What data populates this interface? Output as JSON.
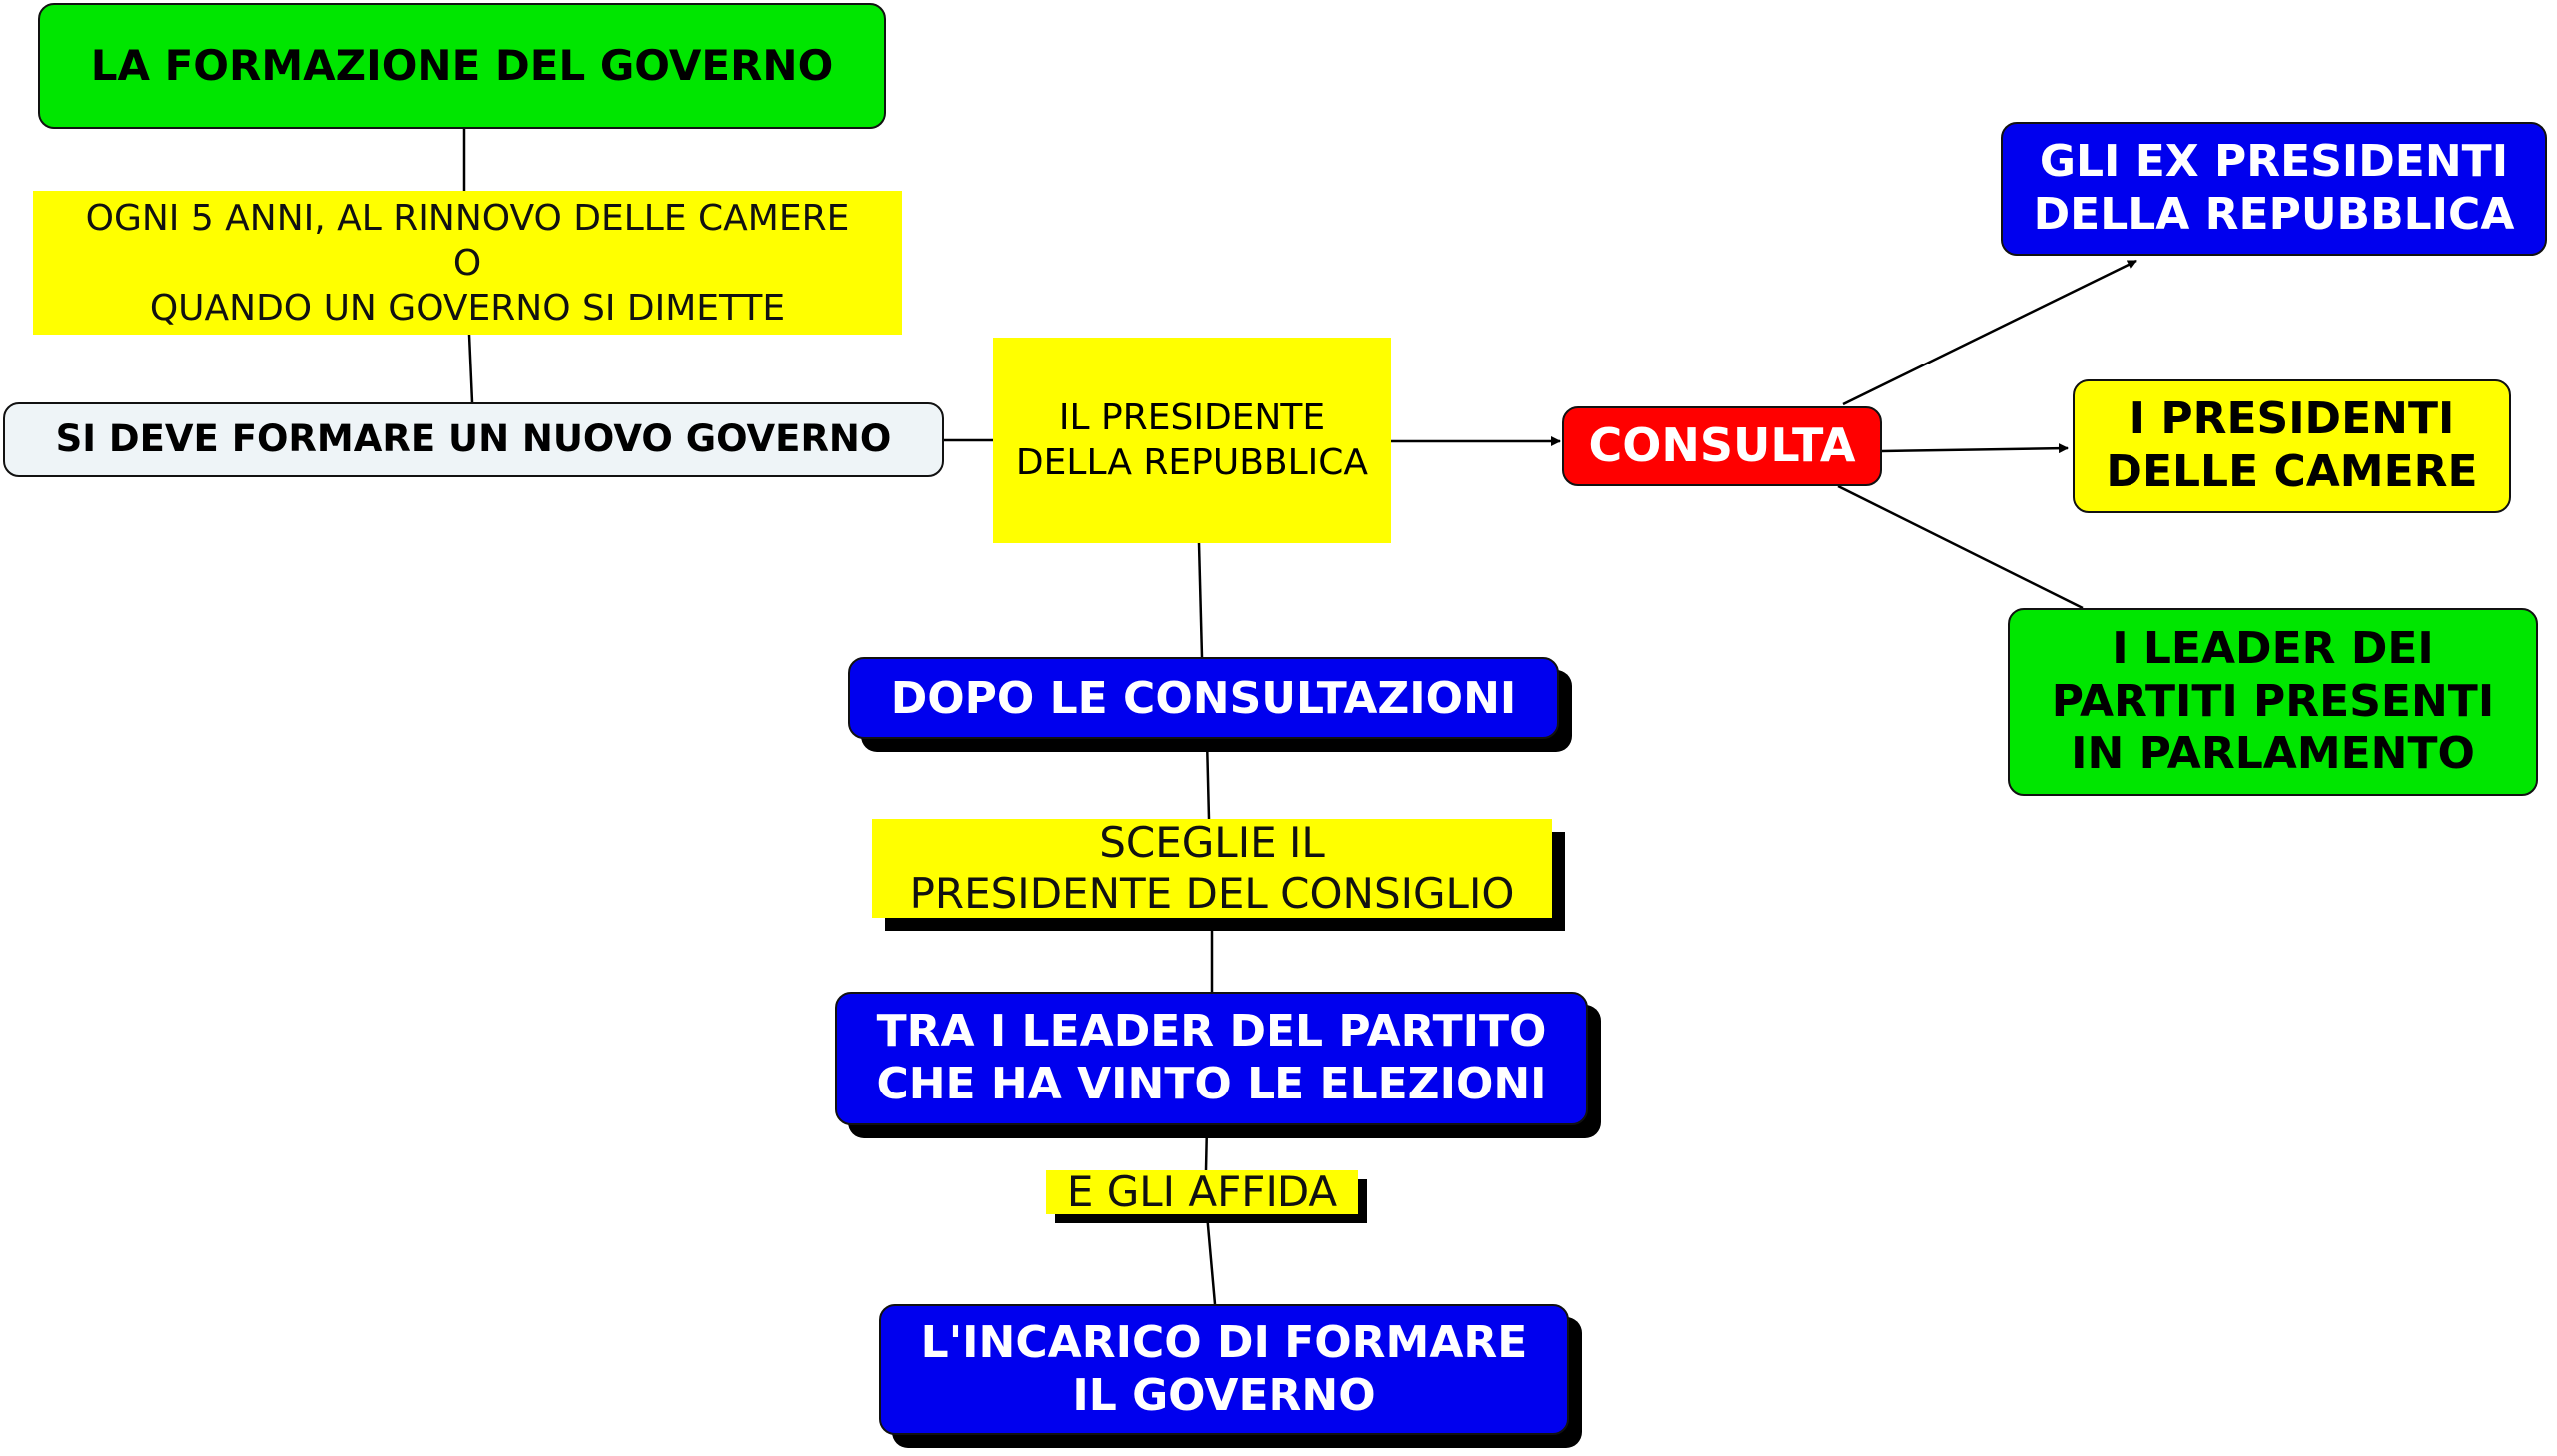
{
  "title": "LA FORMAZIONE DEL GOVERNO",
  "condition": "OGNI 5 ANNI, AL RINNOVO DELLE CAMERE\nO\nQUANDO UN GOVERNO SI DIMETTE",
  "new_government": "SI DEVE FORMARE UN NUOVO GOVERNO",
  "president": "IL PRESIDENTE\nDELLA REPUBBLICA",
  "consults": "CONSULTA",
  "consulted": {
    "ex_presidents": "GLI EX PRESIDENTI\nDELLA REPUBBLICA",
    "chamber_presidents": "I PRESIDENTI\nDELLE CAMERE",
    "party_leaders": "I LEADER DEI\nPARTITI PRESENTI\nIN PARLAMENTO"
  },
  "after": "DOPO LE CONSULTAZIONI",
  "chooses": "SCEGLIE IL\nPRESIDENTE DEL CONSIGLIO",
  "among": "TRA I LEADER DEL PARTITO\nCHE HA VINTO LE ELEZIONI",
  "entrusts": "E GLI AFFIDA",
  "mandate": "L'INCARICO DI FORMARE\nIL GOVERNO",
  "colors": {
    "green": "#00e600",
    "blue": "#0000ee",
    "red": "#ff0000",
    "yellow": "#ffff00"
  }
}
